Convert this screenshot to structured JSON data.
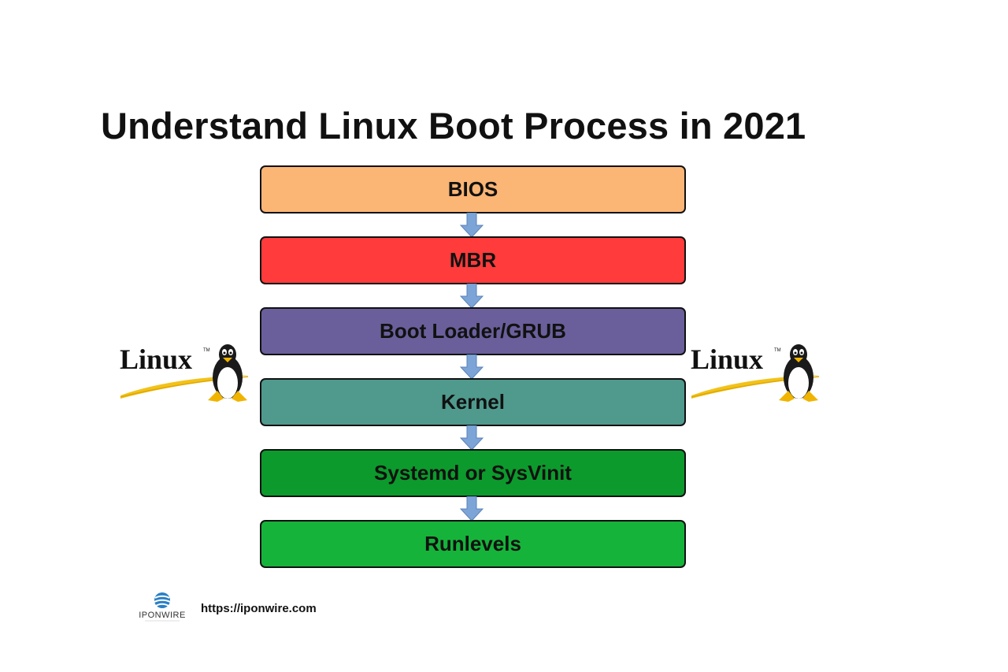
{
  "title": "Understand Linux Boot Process in 2021",
  "steps": [
    {
      "label": "BIOS",
      "color": "#fbb574"
    },
    {
      "label": "MBR",
      "color": "#ff3b3b"
    },
    {
      "label": "Boot Loader/GRUB",
      "color": "#6a5f9b"
    },
    {
      "label": "Kernel",
      "color": "#4f9a8d"
    },
    {
      "label": "Systemd or SysVinit",
      "color": "#0c9a2c"
    },
    {
      "label": "Runlevels",
      "color": "#16b33a"
    }
  ],
  "arrow_color": "#7ca4d6",
  "linux_logo": {
    "wordmark": "Linux",
    "tm": "TM",
    "icon": "tux-penguin-icon"
  },
  "footer": {
    "brand": "IPONWIRE",
    "url": "https://iponwire.com"
  }
}
